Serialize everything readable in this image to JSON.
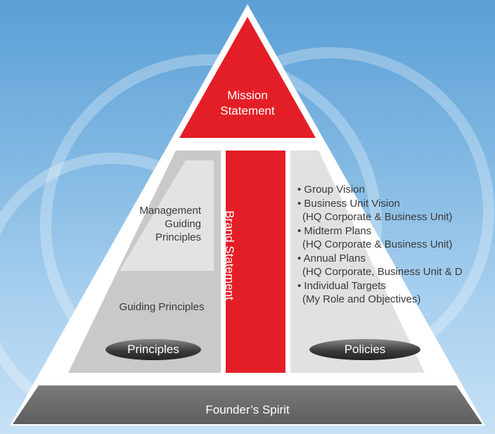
{
  "mission": {
    "line1": "Mission",
    "line2": "Statement"
  },
  "brand_statement": "Brand Statement",
  "principles": {
    "management": {
      "line1": "Management",
      "line2": "Guiding",
      "line3": "Principles"
    },
    "guiding": "Guiding Principles",
    "badge": "Principles"
  },
  "policies": {
    "items": [
      "• Group Vision",
      "• Business Unit Vision",
      "  (HQ Corporate & Business Unit)",
      "• Midterm Plans",
      "  (HQ Corporate & Business Unit)",
      "• Annual Plans",
      "  (HQ Corporate, Business Unit & D",
      "• Individual Targets",
      "  (My Role and Objectives)"
    ],
    "badge": "Policies"
  },
  "foundation": "Founder’s Spirit",
  "colors": {
    "red": "#e41e26",
    "gray_panel": "#c9c9c9",
    "light_panel": "#e2e2e2",
    "dark_base": "#6b6b6b"
  }
}
